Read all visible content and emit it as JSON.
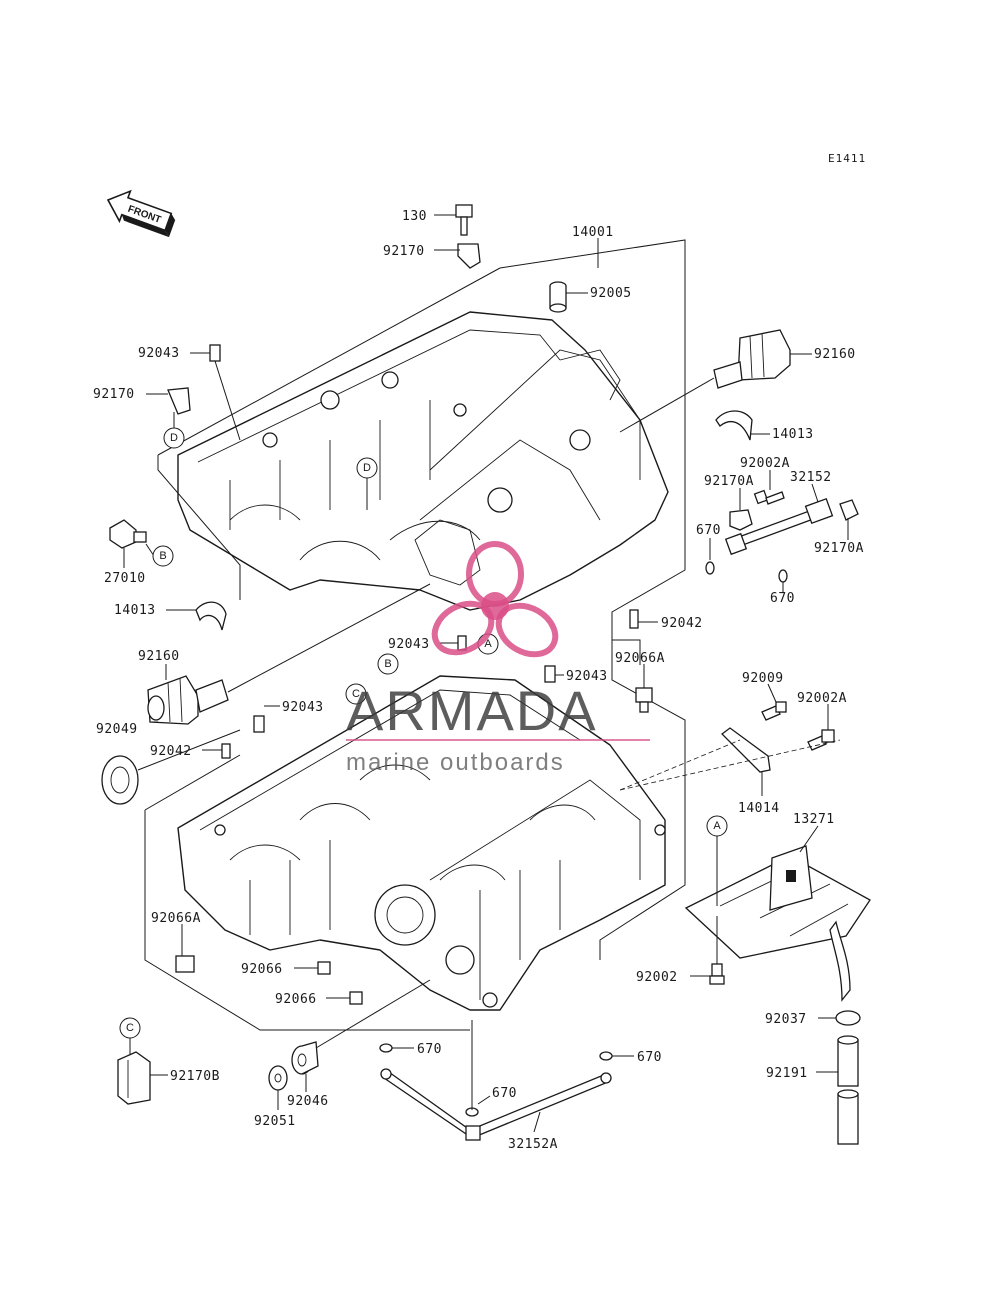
{
  "diagram_code": "E1411",
  "front_arrow_label": "FRONT",
  "callouts": {
    "c_130": "130",
    "c_92170_top": "92170",
    "c_14001": "14001",
    "c_92005": "92005",
    "c_92043_a": "92043",
    "c_92160_a": "92160",
    "c_92170_left": "92170",
    "c_14013_a": "14013",
    "c_92002A_a": "92002A",
    "c_92170A_a": "92170A",
    "c_32152": "32152",
    "c_670_a": "670",
    "c_92170A_b": "92170A",
    "c_670_b": "670",
    "c_27010": "27010",
    "c_14013_b": "14013",
    "c_92042_a": "92042",
    "c_92043_b": "92043",
    "c_92066A_a": "92066A",
    "c_92043_c": "92043",
    "c_92160_b": "92160",
    "c_92009": "92009",
    "c_92002A_b": "92002A",
    "c_92043_d": "92043",
    "c_92049": "92049",
    "c_92042_b": "92042",
    "c_14014": "14014",
    "c_13271": "13271",
    "c_92066A_b": "92066A",
    "c_92066_a": "92066",
    "c_92066_b": "92066",
    "c_92002": "92002",
    "c_92037": "92037",
    "c_92170B": "92170B",
    "c_670_c": "670",
    "c_670_d": "670",
    "c_670_e": "670",
    "c_92191": "92191",
    "c_92046": "92046",
    "c_92051": "92051",
    "c_32152A": "32152A"
  },
  "reference_marks": {
    "ref_D_left": "D",
    "ref_D_case": "D",
    "ref_B_left": "B",
    "ref_A_upper": "A",
    "ref_B_lower": "B",
    "ref_C_lower": "C",
    "ref_A_right": "A",
    "ref_C_left": "C"
  },
  "watermark": {
    "title": "ARMADA",
    "subtitle": "marine outboards",
    "accent_color": "#d94f86"
  },
  "colors": {
    "line": "#1a1a1a",
    "background": "#ffffff",
    "watermark_pink": "#d94f86"
  }
}
